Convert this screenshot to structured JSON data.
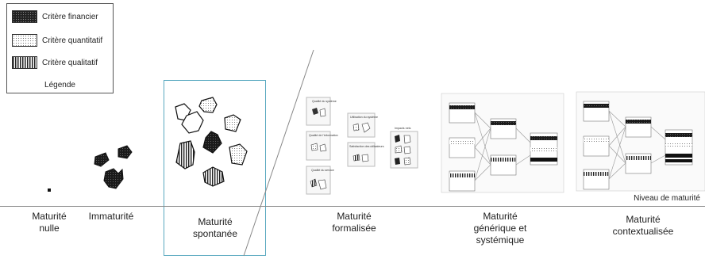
{
  "legend": {
    "items": [
      {
        "label": "Critère financier",
        "pattern": "financier"
      },
      {
        "label": "Critère quantitatif",
        "pattern": "quantitatif"
      },
      {
        "label": "Critère qualitatif",
        "pattern": "qualitatif"
      }
    ],
    "title": "Légende"
  },
  "axis": {
    "caption": "Niveau de maturité"
  },
  "stages": [
    {
      "label_line1": "Maturité",
      "label_line2": "nulle"
    },
    {
      "label_line1": "Immaturité",
      "label_line2": ""
    },
    {
      "label_line1": "Maturité",
      "label_line2": "spontanée"
    },
    {
      "label_line1": "Maturité",
      "label_line2": "formalisée"
    },
    {
      "label_line1": "Maturité",
      "label_line2": "générique et",
      "label_line3": "systémique"
    },
    {
      "label_line1": "Maturité",
      "label_line2": "contextualisée"
    }
  ],
  "formalisee_labels": {
    "q_systeme": "Qualité du système",
    "q_info": "Qualité de l'information",
    "q_service": "Qualité du service",
    "utilisation": "Utilisation du système",
    "satisfaction": "Satisfaction des utilisateurs",
    "impacts": "Impacts nets"
  },
  "colors": {
    "highlight": "#5aa9c0",
    "axis": "#888888"
  }
}
